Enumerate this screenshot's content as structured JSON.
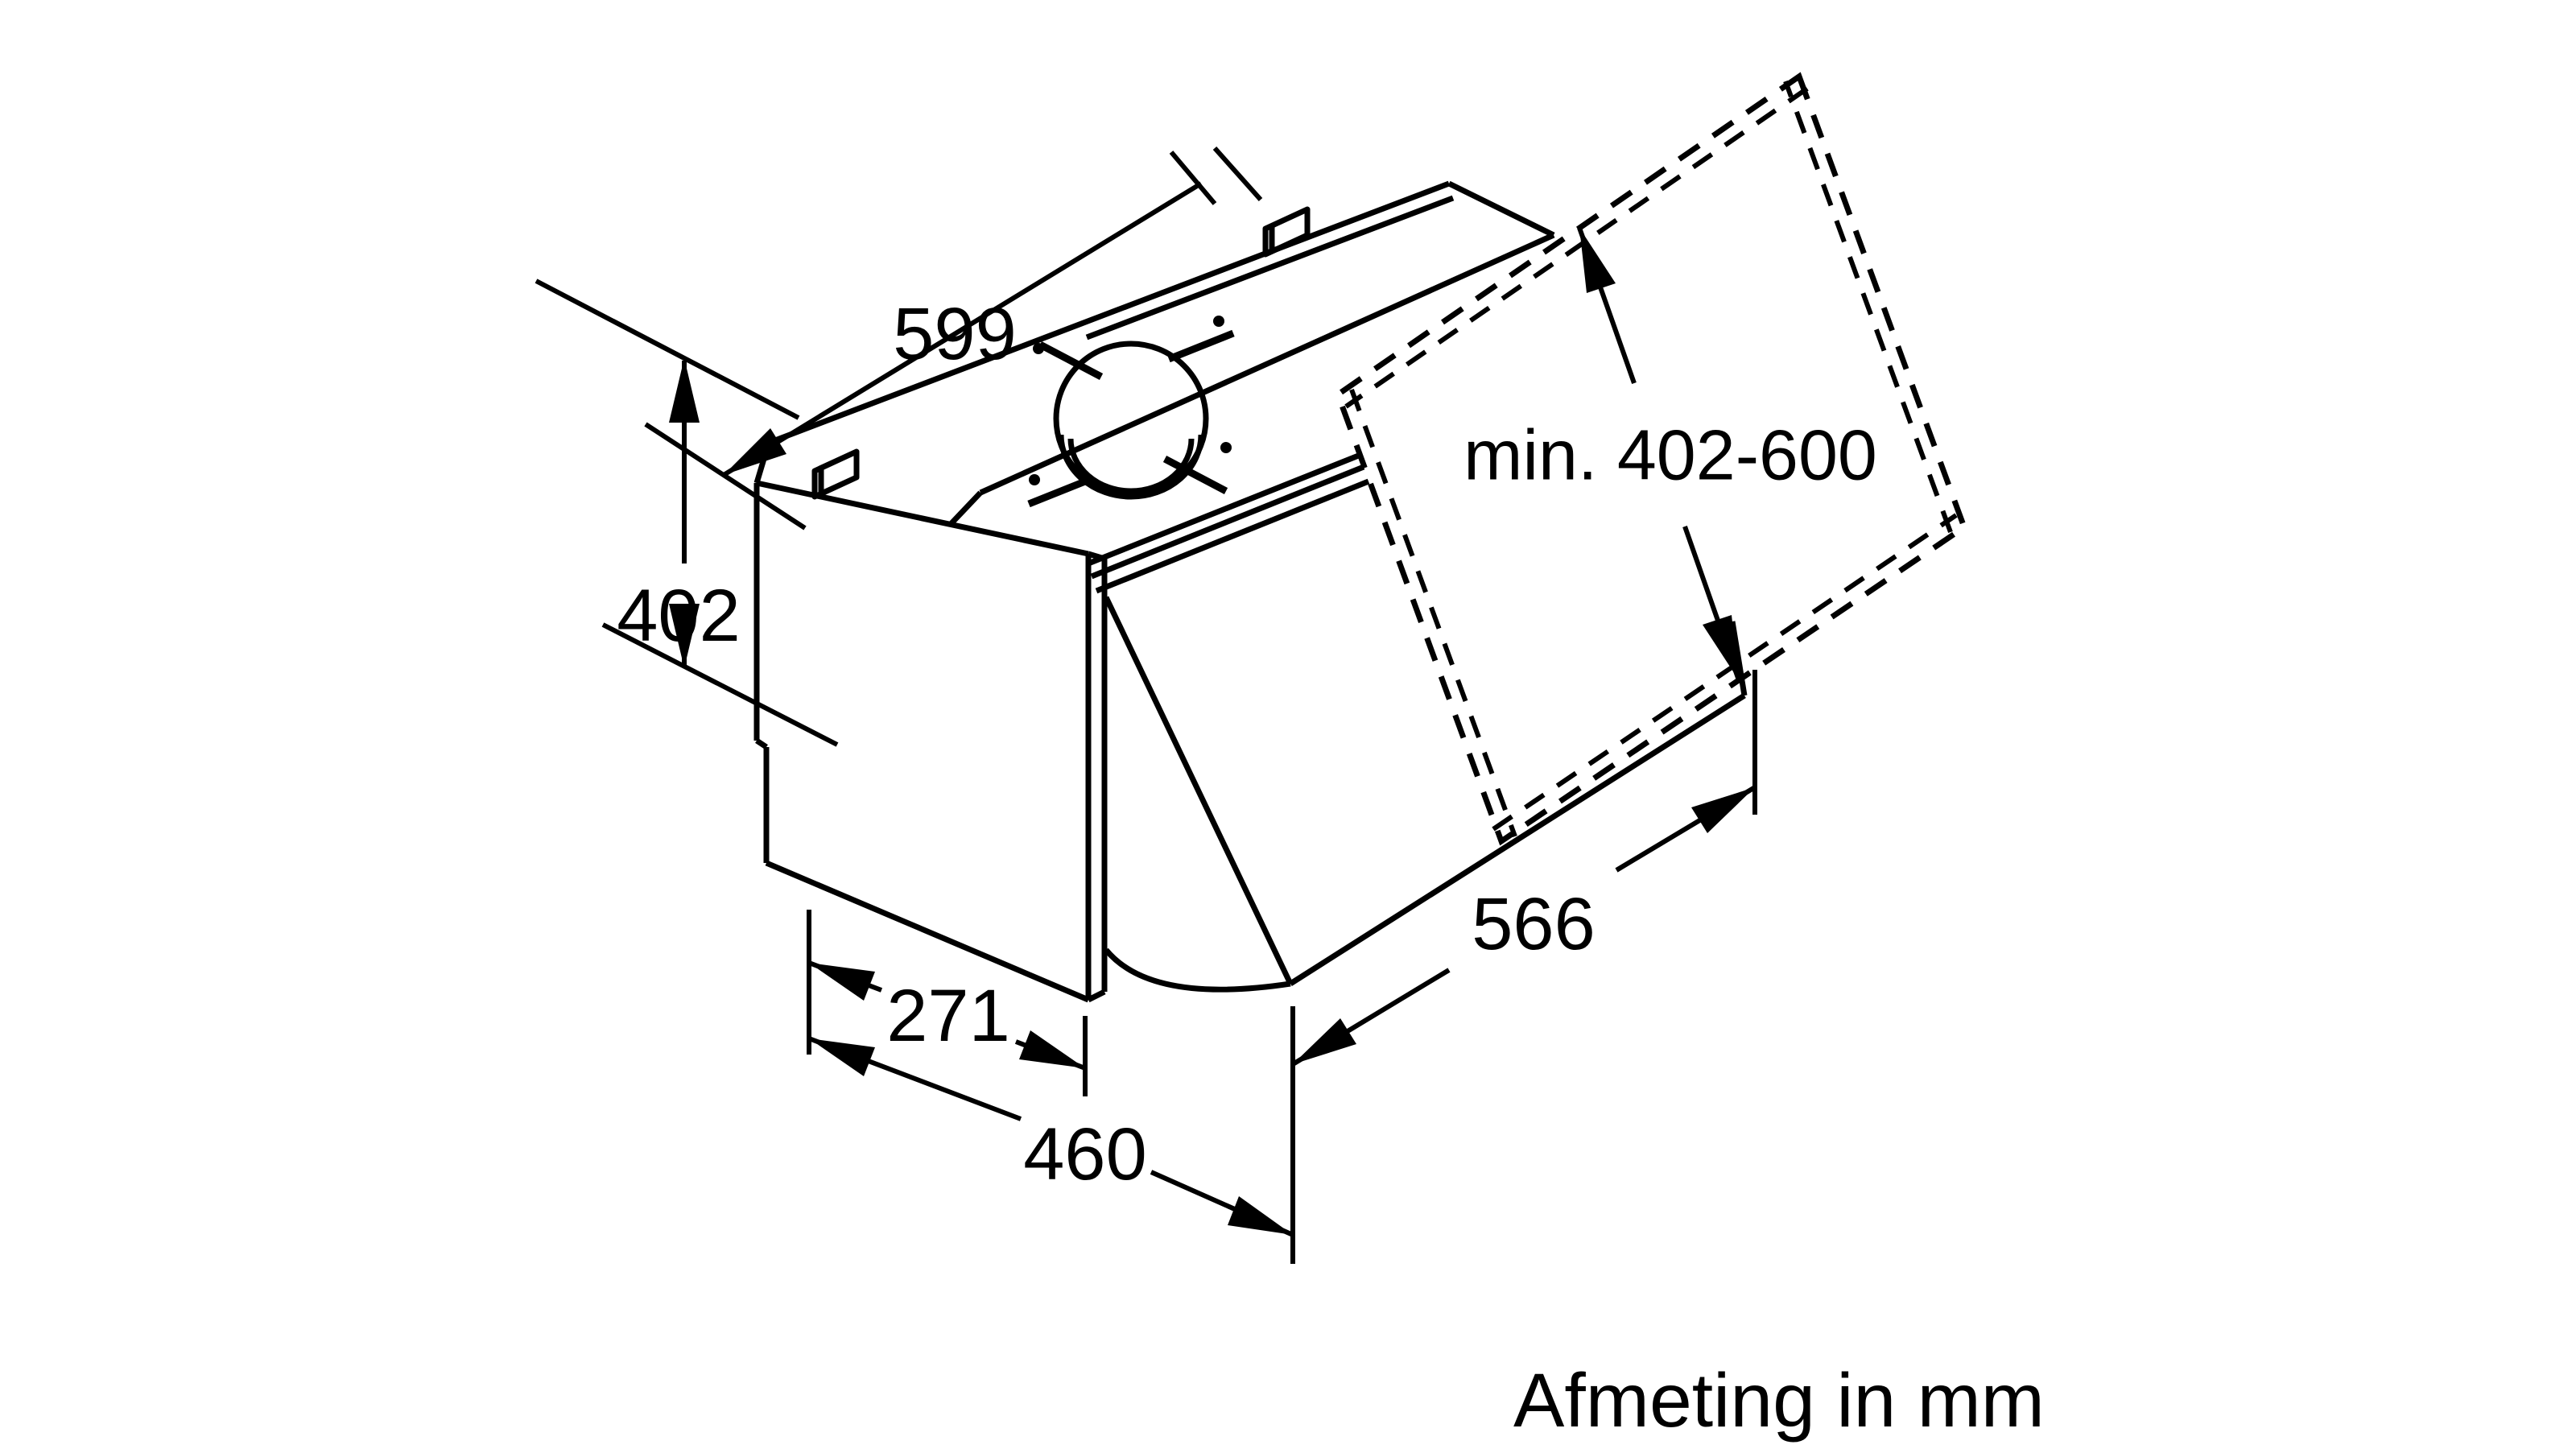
{
  "diagram": {
    "type": "technical-dimension-drawing",
    "subject": "telescopic cooker hood, isometric view",
    "unit_note": "Afmeting in mm",
    "dimensions": {
      "top_width": "599",
      "front_height": "402",
      "chimney_extension": "min. 402-600",
      "front_depth": "271",
      "total_depth": "460",
      "bottom_width": "566"
    },
    "colors": {
      "line": "#000000",
      "background": "#ffffff"
    }
  }
}
